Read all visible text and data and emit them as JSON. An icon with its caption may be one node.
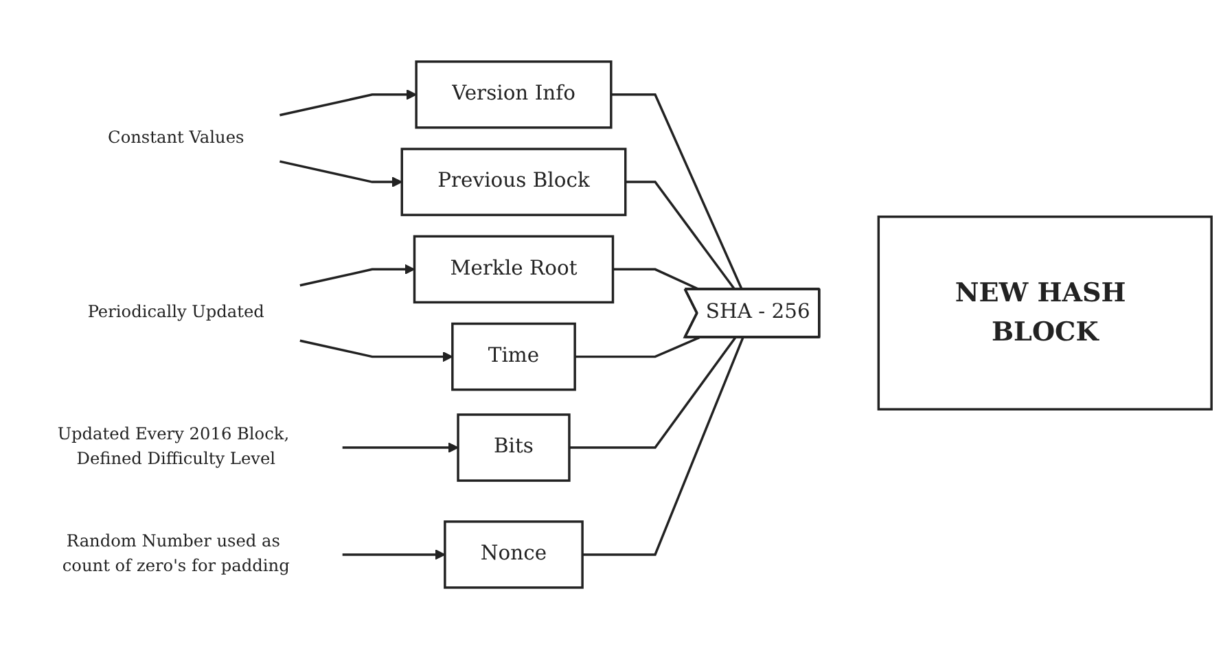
{
  "diagram": {
    "nodes": [
      {
        "text": [
          "Constant Values"
        ]
      },
      {
        "text": [
          "Version Info"
        ]
      },
      {
        "text": [
          "Previous Block"
        ]
      },
      {
        "text": [
          "Periodically Updated"
        ]
      },
      {
        "text": [
          "Merkle Root"
        ]
      },
      {
        "text": [
          "Time"
        ]
      },
      {
        "text": [
          "Updated Every 2016 Block, Defined Difficulty Level"
        ]
      },
      {
        "text": [
          "Bits"
        ]
      },
      {
        "text": [
          "Random Number used as count of zero's for padding"
        ]
      },
      {
        "text": [
          "Nonce"
        ]
      },
      {
        "text": [
          "SHA - 256"
        ]
      },
      {
        "text": [
          "NEW HASH BLOCK"
        ]
      }
    ],
    "edges": [
      {
        "from": 0,
        "to": 1,
        "arrow": "to"
      },
      {
        "from": 0,
        "to": 2,
        "arrow": "to"
      },
      {
        "from": 3,
        "to": 4,
        "arrow": "to"
      },
      {
        "from": 3,
        "to": 5,
        "arrow": "to"
      },
      {
        "from": 6,
        "to": 7,
        "arrow": "to"
      },
      {
        "from": 8,
        "to": 9,
        "arrow": "to"
      },
      {
        "from": 1,
        "to": 10,
        "arrow": "none"
      },
      {
        "from": 2,
        "to": 10,
        "arrow": "none"
      },
      {
        "from": 4,
        "to": 10,
        "arrow": "none"
      },
      {
        "from": 5,
        "to": 10,
        "arrow": "none"
      },
      {
        "from": 7,
        "to": 10,
        "arrow": "none"
      },
      {
        "from": 9,
        "to": 10,
        "arrow": "none"
      }
    ]
  }
}
